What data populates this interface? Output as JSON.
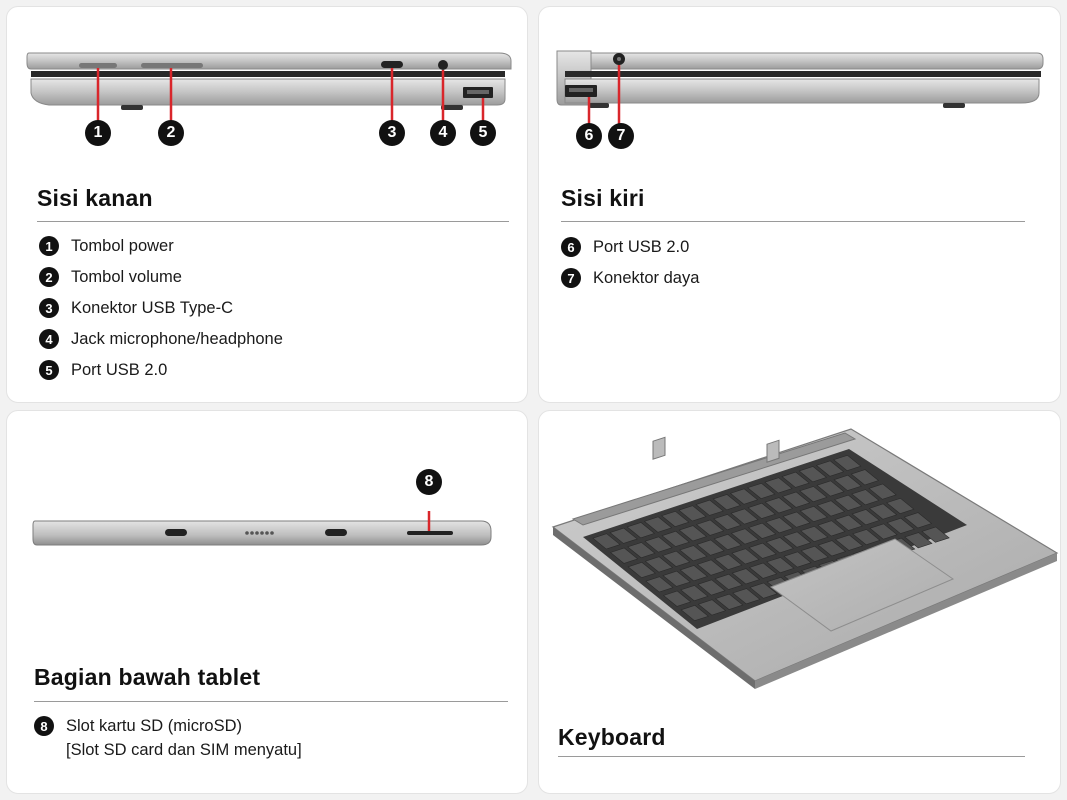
{
  "right_side": {
    "title": "Sisi kanan",
    "items": [
      {
        "num": "1",
        "label": "Tombol power"
      },
      {
        "num": "2",
        "label": "Tombol volume"
      },
      {
        "num": "3",
        "label": "Konektor USB Type-C"
      },
      {
        "num": "4",
        "label": "Jack microphone/headphone"
      },
      {
        "num": "5",
        "label": "Port USB 2.0"
      }
    ]
  },
  "left_side": {
    "title": "Sisi kiri",
    "items": [
      {
        "num": "6",
        "label": "Port USB 2.0"
      },
      {
        "num": "7",
        "label": "Konektor daya"
      }
    ]
  },
  "bottom": {
    "title": "Bagian bawah tablet",
    "items": [
      {
        "num": "8",
        "label": "Slot kartu SD (microSD)",
        "label2": "[Slot SD card dan SIM menyatu]"
      }
    ]
  },
  "keyboard": {
    "title": "Keyboard"
  },
  "colors": {
    "callout_line": "#d9262b",
    "device_silver": "#c9c9c9",
    "badge": "#111111"
  }
}
